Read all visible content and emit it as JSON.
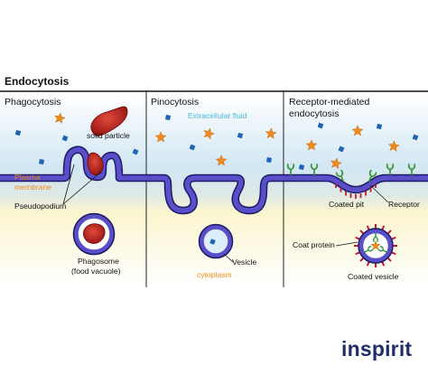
{
  "title": "Endocytosis",
  "panels": [
    {
      "title": "Phagocytosis"
    },
    {
      "title": "Pinocytosis"
    },
    {
      "title_lines": [
        "Receptor-mediated",
        "endocytosis"
      ]
    }
  ],
  "labels": {
    "solid_particle": "solid particle",
    "plasma_membrane": [
      "Plasma",
      "membrane"
    ],
    "pseudopodium": "Pseudopodium",
    "phagosome": [
      "Phagosome",
      "(food vacuole)"
    ],
    "extracellular_fluid": "Extracellular fluid",
    "vesicle": "Vesicle",
    "cytoplasm": "cytoplasm",
    "coated_pit": "Coated pit",
    "receptor": "Receptor",
    "coat_protein": "Coat protein",
    "coated_vesicle": "Coated vesicle"
  },
  "logo": "inspirit",
  "colors": {
    "membrane": "#5a4fc9",
    "membrane_outline": "#1d1b66",
    "particle": "#b91c1c",
    "star": "#ee8a1f",
    "square": "#1e63b8",
    "receptor": "#3f9a3c",
    "coat_protein": "#c0182d",
    "extracellular": "#c9e4f5",
    "cytoplasm": "#fbf6d0",
    "brand": "#1e2d6b"
  }
}
